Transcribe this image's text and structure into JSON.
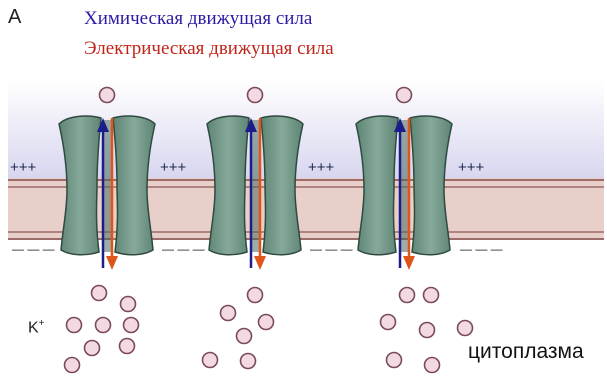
{
  "panel": {
    "letter": "A"
  },
  "legend": {
    "chemical": {
      "label": "Химическая движущая сила",
      "color": "#2a1aa8"
    },
    "electrical": {
      "label": "Электрическая движущая сила",
      "color": "#c0241a"
    }
  },
  "membrane": {
    "outer_charge": "+++",
    "inner_charge": "— — —",
    "channel_count": 3
  },
  "ion": {
    "symbol": "K",
    "charge": "+"
  },
  "caption": "цитоплазма",
  "colors": {
    "extracellular": "#dcdcf0",
    "bilayer": "#e8c9c4",
    "channel": "#6f9686",
    "ion_fill": "#f2d9e2",
    "ion_stroke": "#7a4a5c",
    "chemical_arrow": "#1c1c8a",
    "electrical_arrow": "#e0561a"
  }
}
